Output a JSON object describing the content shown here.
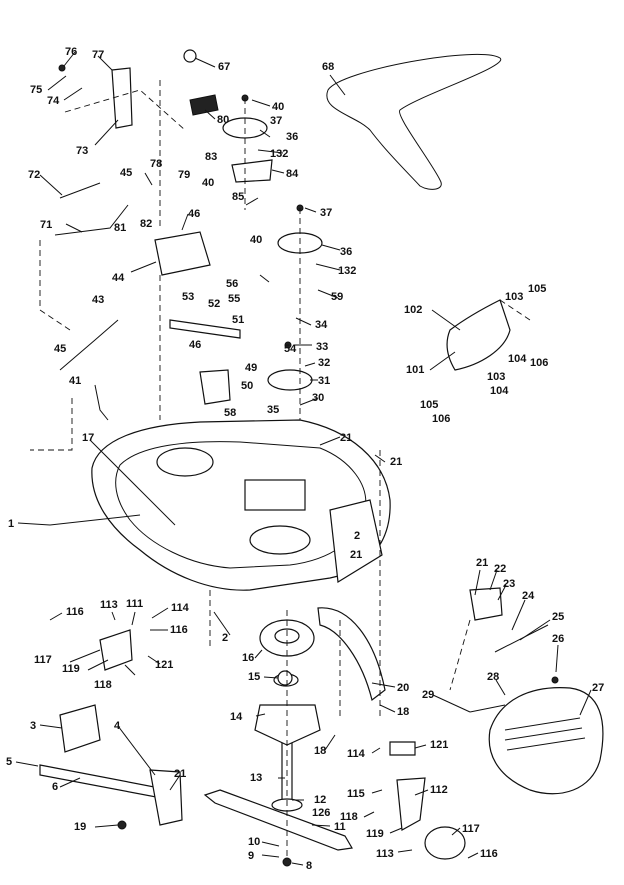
{
  "diagram": {
    "callouts": [
      {
        "id": "76",
        "text": "76"
      },
      {
        "id": "77",
        "text": "77"
      },
      {
        "id": "75",
        "text": "75"
      },
      {
        "id": "74",
        "text": "74"
      },
      {
        "id": "73",
        "text": "73"
      },
      {
        "id": "67",
        "text": "67"
      },
      {
        "id": "40a",
        "text": "40"
      },
      {
        "id": "37a",
        "text": "37"
      },
      {
        "id": "80",
        "text": "80"
      },
      {
        "id": "36a",
        "text": "36"
      },
      {
        "id": "132a",
        "text": "132"
      },
      {
        "id": "83",
        "text": "83"
      },
      {
        "id": "78",
        "text": "78"
      },
      {
        "id": "79",
        "text": "79"
      },
      {
        "id": "40b",
        "text": "40"
      },
      {
        "id": "84",
        "text": "84"
      },
      {
        "id": "85",
        "text": "85"
      },
      {
        "id": "72",
        "text": "72"
      },
      {
        "id": "45a",
        "text": "45"
      },
      {
        "id": "81",
        "text": "81"
      },
      {
        "id": "82",
        "text": "82"
      },
      {
        "id": "46a",
        "text": "46"
      },
      {
        "id": "71",
        "text": "71"
      },
      {
        "id": "44",
        "text": "44"
      },
      {
        "id": "68",
        "text": "68"
      },
      {
        "id": "37b",
        "text": "37"
      },
      {
        "id": "40c",
        "text": "40"
      },
      {
        "id": "36b",
        "text": "36"
      },
      {
        "id": "56",
        "text": "56"
      },
      {
        "id": "132b",
        "text": "132"
      },
      {
        "id": "59",
        "text": "59"
      },
      {
        "id": "55",
        "text": "55"
      },
      {
        "id": "53",
        "text": "53"
      },
      {
        "id": "52",
        "text": "52"
      },
      {
        "id": "51",
        "text": "51"
      },
      {
        "id": "34",
        "text": "34"
      },
      {
        "id": "43",
        "text": "43"
      },
      {
        "id": "46b",
        "text": "46"
      },
      {
        "id": "54",
        "text": "54"
      },
      {
        "id": "33",
        "text": "33"
      },
      {
        "id": "45b",
        "text": "45"
      },
      {
        "id": "49",
        "text": "49"
      },
      {
        "id": "32",
        "text": "32"
      },
      {
        "id": "41",
        "text": "41"
      },
      {
        "id": "50",
        "text": "50"
      },
      {
        "id": "31",
        "text": "31"
      },
      {
        "id": "58",
        "text": "58"
      },
      {
        "id": "30",
        "text": "30"
      },
      {
        "id": "35",
        "text": "35"
      },
      {
        "id": "102",
        "text": "102"
      },
      {
        "id": "103a",
        "text": "103"
      },
      {
        "id": "105a",
        "text": "105"
      },
      {
        "id": "104a",
        "text": "104"
      },
      {
        "id": "106a",
        "text": "106"
      },
      {
        "id": "101",
        "text": "101"
      },
      {
        "id": "103b",
        "text": "103"
      },
      {
        "id": "104b",
        "text": "104"
      },
      {
        "id": "105b",
        "text": "105"
      },
      {
        "id": "106b",
        "text": "106"
      },
      {
        "id": "17",
        "text": "17"
      },
      {
        "id": "21a",
        "text": "21"
      },
      {
        "id": "21b",
        "text": "21"
      },
      {
        "id": "1",
        "text": "1"
      },
      {
        "id": "2a",
        "text": "2"
      },
      {
        "id": "21c",
        "text": "21"
      },
      {
        "id": "116a",
        "text": "116"
      },
      {
        "id": "113a",
        "text": "113"
      },
      {
        "id": "111",
        "text": "111"
      },
      {
        "id": "114a",
        "text": "114"
      },
      {
        "id": "2b",
        "text": "2"
      },
      {
        "id": "116b",
        "text": "116"
      },
      {
        "id": "117a",
        "text": "117"
      },
      {
        "id": "119a",
        "text": "119"
      },
      {
        "id": "121a",
        "text": "121"
      },
      {
        "id": "16",
        "text": "16"
      },
      {
        "id": "118a",
        "text": "118"
      },
      {
        "id": "15",
        "text": "15"
      },
      {
        "id": "21d",
        "text": "21"
      },
      {
        "id": "22",
        "text": "22"
      },
      {
        "id": "23",
        "text": "23"
      },
      {
        "id": "24",
        "text": "24"
      },
      {
        "id": "25",
        "text": "25"
      },
      {
        "id": "26",
        "text": "26"
      },
      {
        "id": "28",
        "text": "28"
      },
      {
        "id": "27",
        "text": "27"
      },
      {
        "id": "20",
        "text": "20"
      },
      {
        "id": "29",
        "text": "29"
      },
      {
        "id": "3",
        "text": "3"
      },
      {
        "id": "4",
        "text": "4"
      },
      {
        "id": "14",
        "text": "14"
      },
      {
        "id": "18a",
        "text": "18"
      },
      {
        "id": "18b",
        "text": "18"
      },
      {
        "id": "114b",
        "text": "114"
      },
      {
        "id": "121b",
        "text": "121"
      },
      {
        "id": "5",
        "text": "5"
      },
      {
        "id": "6",
        "text": "6"
      },
      {
        "id": "21e",
        "text": "21"
      },
      {
        "id": "13",
        "text": "13"
      },
      {
        "id": "115",
        "text": "115"
      },
      {
        "id": "112",
        "text": "112"
      },
      {
        "id": "12",
        "text": "12"
      },
      {
        "id": "126",
        "text": "126"
      },
      {
        "id": "118b",
        "text": "118"
      },
      {
        "id": "19",
        "text": "19"
      },
      {
        "id": "11",
        "text": "11"
      },
      {
        "id": "119b",
        "text": "119"
      },
      {
        "id": "117b",
        "text": "117"
      },
      {
        "id": "10",
        "text": "10"
      },
      {
        "id": "9",
        "text": "9"
      },
      {
        "id": "8",
        "text": "8"
      },
      {
        "id": "113b",
        "text": "113"
      },
      {
        "id": "116c",
        "text": "116"
      }
    ]
  }
}
